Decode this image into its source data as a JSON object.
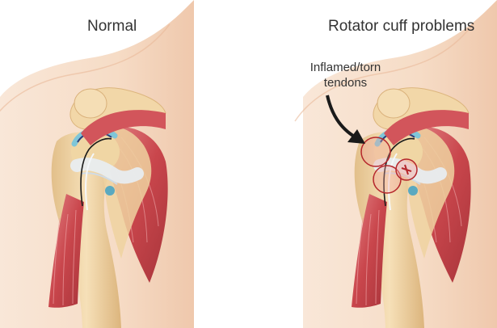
{
  "panels": [
    {
      "title": "Normal"
    },
    {
      "title": "Rotator cuff problems"
    }
  ],
  "annotation": {
    "line1": "Inflamed/torn",
    "line2": "tendons"
  },
  "colors": {
    "skin": "#f6dfcc",
    "skin_edge": "#eab99a",
    "bone": "#f2d7a8",
    "bone_shade": "#dcb57d",
    "muscle": "#c9484e",
    "muscle_light": "#e07a7c",
    "tendon": "#e8eef4",
    "cartilage": "#7fc6d8",
    "inflamed": "#b5262b",
    "arrow": "#1a1a1a"
  }
}
